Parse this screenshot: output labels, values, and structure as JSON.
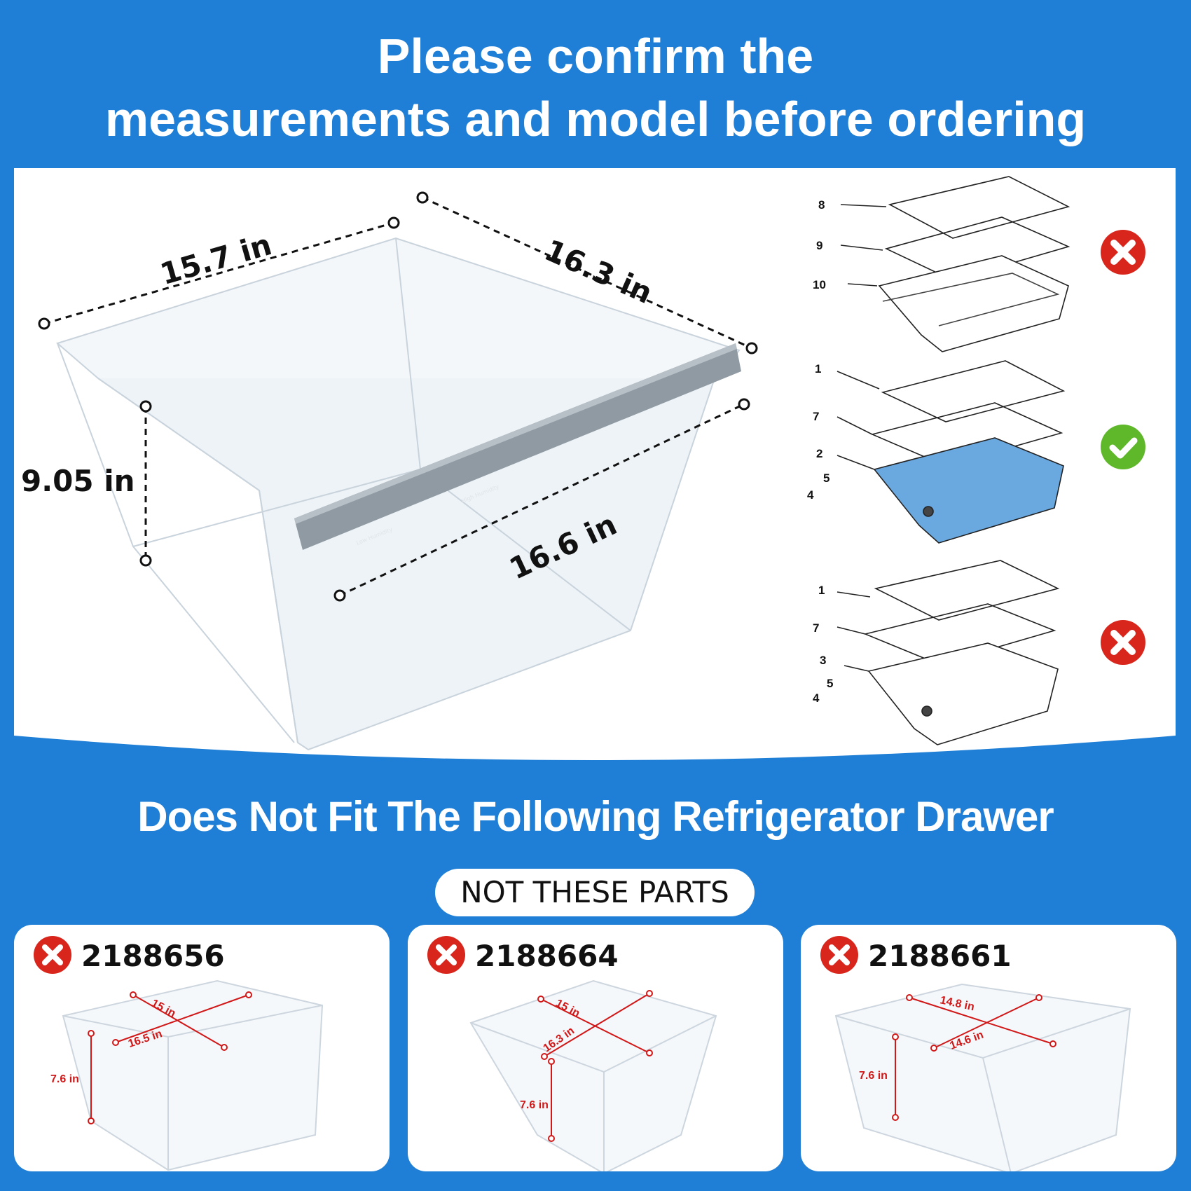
{
  "header": {
    "line1": "Please confirm the",
    "line2": "measurements and model before ordering"
  },
  "product": {
    "dimensions": {
      "width": "15.7 in",
      "depth": "16.3 in",
      "height": "9.05 in",
      "front": "16.6 in"
    },
    "handle_labels": {
      "left": "Low Humidity",
      "right": "High Humidity"
    }
  },
  "diagrams": [
    {
      "callouts": [
        "8",
        "9",
        "10"
      ],
      "status": "incorrect",
      "status_icon": "red-x-icon"
    },
    {
      "callouts": [
        "1",
        "7",
        "2",
        "5",
        "4"
      ],
      "status": "correct",
      "status_icon": "green-check-icon",
      "highlight_color": "#6aa8e0"
    },
    {
      "callouts": [
        "1",
        "7",
        "3",
        "5",
        "4"
      ],
      "status": "incorrect",
      "status_icon": "red-x-icon"
    }
  ],
  "section": {
    "title": "Does Not Fit The Following Refrigerator Drawer",
    "badge": "NOT THESE PARTS"
  },
  "parts": [
    {
      "number": "2188656",
      "dims": {
        "a": "15 in",
        "b": "16.5 in",
        "h": "7.6 in"
      }
    },
    {
      "number": "2188664",
      "dims": {
        "a": "15 in",
        "b": "16.3 in",
        "h": "7.6 in"
      }
    },
    {
      "number": "2188661",
      "dims": {
        "a": "14.8 in",
        "b": "14.6 in",
        "h": "7.6 in"
      }
    }
  ],
  "colors": {
    "background": "#1f7fd6",
    "panel": "#ffffff",
    "dimension_red": "#d01818",
    "x_red": "#d8261c",
    "check_green": "#5fb82a"
  }
}
